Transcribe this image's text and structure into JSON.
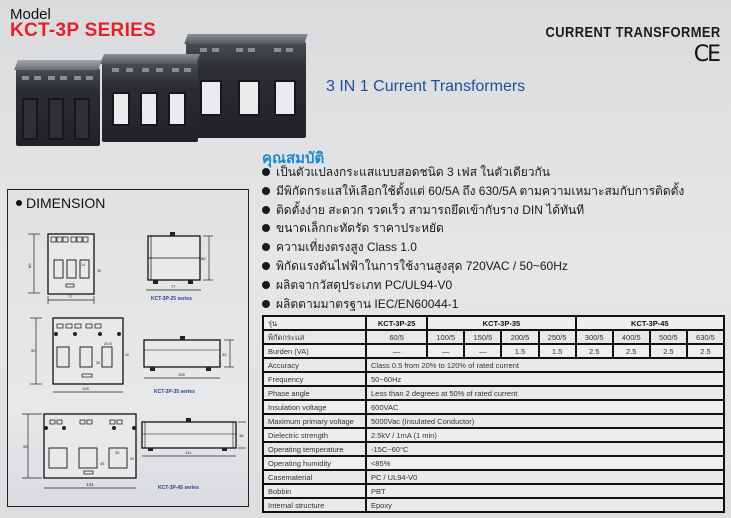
{
  "header": {
    "model_label": "Model",
    "series_title": "KCT-3P SERIES",
    "category_title": "CURRENT TRANSFORMER",
    "certification_mark": "CE",
    "subtitle": "3 IN 1 Current Transformers"
  },
  "colors": {
    "series_red": "#e4202a",
    "subtitle_blue": "#1f4e9c",
    "features_heading_blue": "#1e88d0",
    "caption_blue": "#2a3f8f"
  },
  "features": {
    "title": "คุณสมบัติ",
    "items": [
      "เป็นตัวแปลงกระแสแบบสอดชนิด 3 เฟส ในตัวเดียวกัน",
      "มีพิกัดกระแสให้เลือกใช้ตั้งแต่ 60/5A ถึง 630/5A ตามความเหมาะสมกับการติดตั้ง",
      "ติดตั้งง่าย สะดวก รวดเร็ว สามารถยึดเข้ากับราง DIN ได้ทันที",
      "ขนาดเล็กกะทัดรัด ราคาประหยัด",
      "ความเที่ยงตรงสูง Class 1.0",
      "พิกัดแรงดันไฟฟ้าในการใช้งานสูงสุด 720VAC / 50~60Hz",
      "ผลิตจากวัสดุประเภท PC/UL94-V0",
      "ผลิตตามมาตรฐาน IEC/EN60044-1"
    ]
  },
  "dimension": {
    "title": "DIMENSION",
    "drawings": [
      {
        "caption": "KCT-3P-25 series",
        "front_height": "80",
        "front_width": "77",
        "window_width": "14",
        "window_height": "30",
        "window_offset": "30",
        "side_height": "80",
        "side_width": "77"
      },
      {
        "caption": "KCT-3P-35 series",
        "front_height": "90",
        "front_width": "105",
        "window_width": "20.5",
        "window_height": "40",
        "window_offset": "35",
        "side_height": "30",
        "side_width": "105"
      },
      {
        "caption": "KCT-3P-45 series",
        "front_height": "95",
        "front_width": "141",
        "window_width": "30",
        "window_height": "30",
        "window_offset": "45",
        "side_height": "38",
        "side_width": "141"
      }
    ]
  },
  "spec_table": {
    "header": {
      "label": "รุ่น",
      "models": [
        {
          "name": "KCT-3P-25",
          "span": 1
        },
        {
          "name": "KCT-3P-35",
          "span": 4
        },
        {
          "name": "KCT-3P-45",
          "span": 4
        }
      ]
    },
    "rating_row": {
      "label": "พิกัดกระแส",
      "values": [
        "60/5",
        "100/5",
        "150/5",
        "200/5",
        "250/5",
        "300/5",
        "400/5",
        "500/5",
        "630/5"
      ]
    },
    "burden_row": {
      "label": "Burden (VA)",
      "values": [
        "—",
        "—",
        "—",
        "1.5",
        "1.5",
        "2.5",
        "2.5",
        "2.5",
        "2.5"
      ]
    },
    "rows": [
      {
        "label": "Accuracy",
        "value": "Class 0.5 from 20% to 120% of rated current"
      },
      {
        "label": "Frequency",
        "value": "50~60Hz"
      },
      {
        "label": "Phase angle",
        "value": "Less than 2 degrees at 50% of rated current"
      },
      {
        "label": "Insulation voltage",
        "value": "600VAC"
      },
      {
        "label": "Maximum primary voltage",
        "value": "5000Vac (Insulated Conductor)"
      },
      {
        "label": "Dielectric strength",
        "value": "2.5kV / 1mA (1 min)"
      },
      {
        "label": "Operating temperature",
        "value": "-15C~60°C"
      },
      {
        "label": "Operating humidity",
        "value": "<85%"
      },
      {
        "label": "Casematerial",
        "value": "PC / UL94-V0"
      },
      {
        "label": "Bobbin",
        "value": "PBT"
      },
      {
        "label": "Internal structure",
        "value": "Epoxy"
      }
    ]
  }
}
